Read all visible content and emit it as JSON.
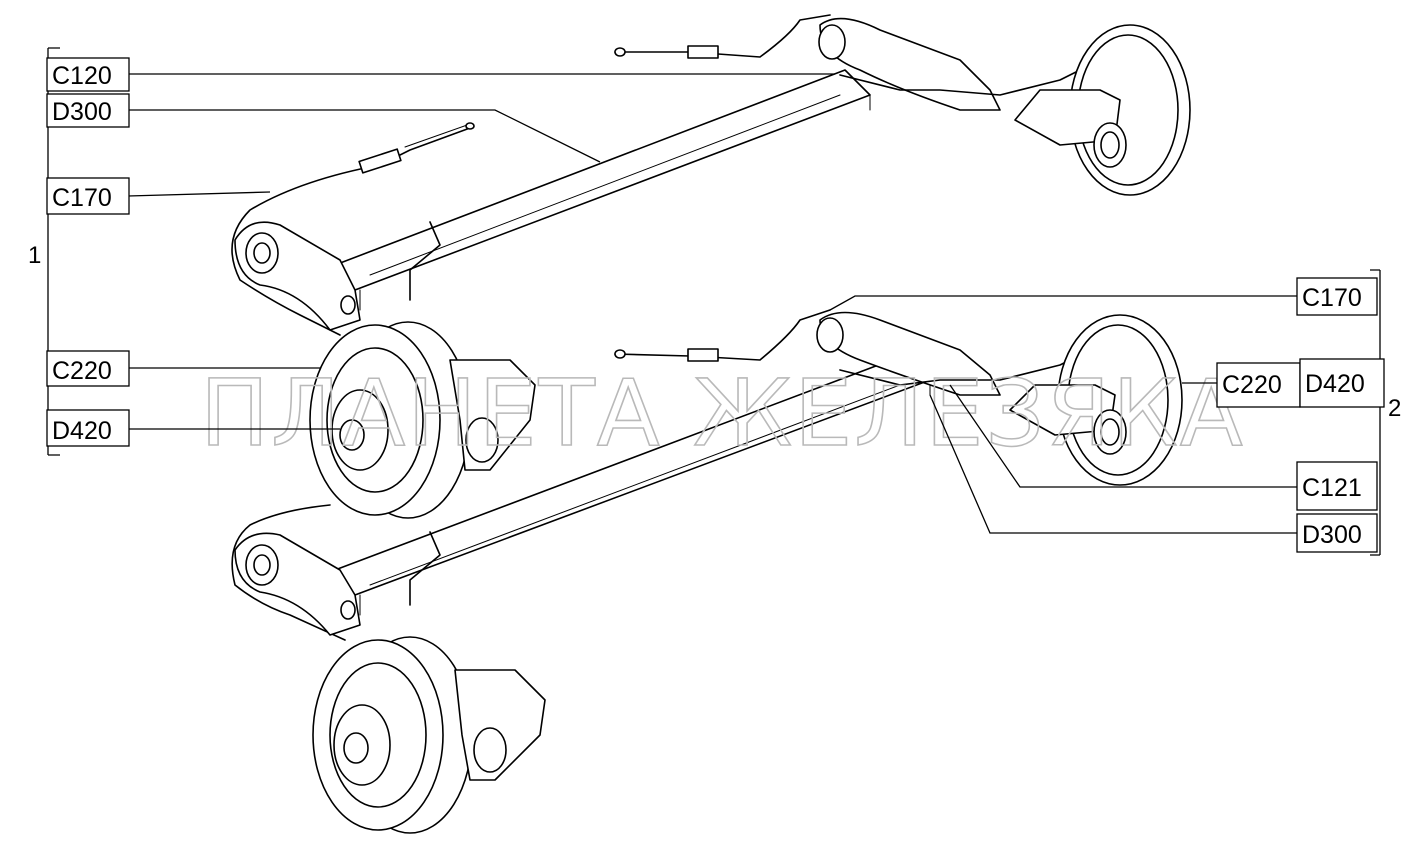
{
  "watermark": "ПЛАНЕТА ЖЕЛЕЗЯКА",
  "groups": [
    {
      "id": "group-1",
      "number": "1"
    },
    {
      "id": "group-2",
      "number": "2"
    }
  ],
  "callouts": {
    "left": [
      "C120",
      "D300",
      "C170",
      "C220",
      "D420"
    ],
    "right": [
      "C170",
      "C220",
      "D420",
      "C121",
      "D300"
    ]
  }
}
